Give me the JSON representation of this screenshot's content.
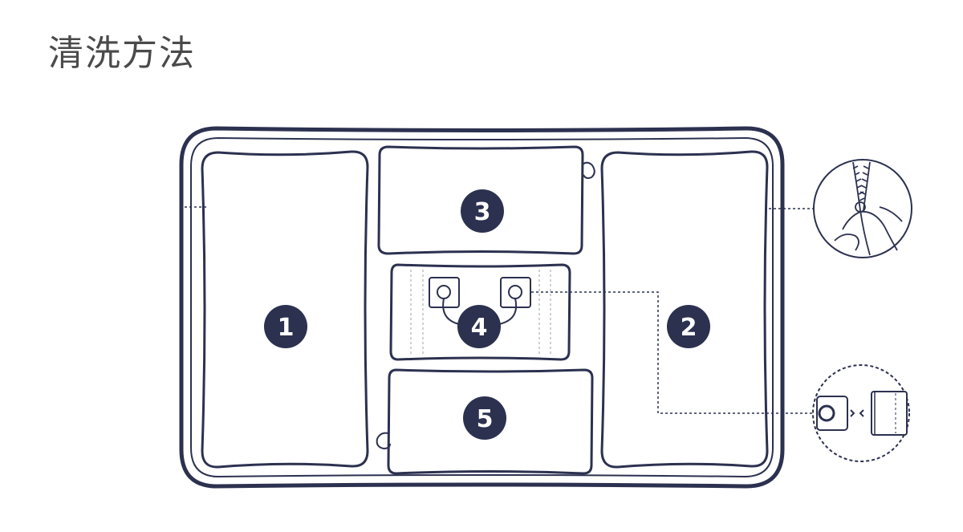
{
  "page": {
    "title": "清洗方法"
  },
  "colors": {
    "outline": "#2c3150",
    "badge": "#2c3150",
    "badge_text": "#ffffff",
    "title": "#4a4a4a"
  },
  "diagram": {
    "compartments": [
      {
        "id": "left",
        "number": "1"
      },
      {
        "id": "right",
        "number": "2"
      },
      {
        "id": "top-center",
        "number": "3"
      },
      {
        "id": "middle-center",
        "number": "4"
      },
      {
        "id": "bottom-center",
        "number": "5"
      }
    ],
    "callouts": [
      {
        "id": "zipper",
        "icon": "zipper-pull-icon"
      },
      {
        "id": "connector",
        "icon": "connector-detach-icon"
      }
    ]
  }
}
